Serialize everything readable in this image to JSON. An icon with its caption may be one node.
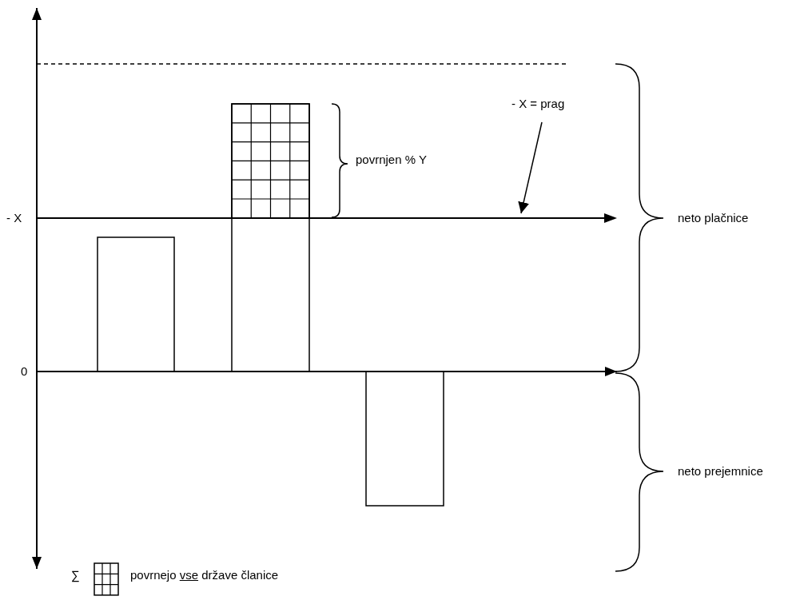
{
  "diagram": {
    "nodes": [
      {
        "text": [
          "- X = prag"
        ]
      },
      {
        "text": [],
        "shape": "line"
      }
    ],
    "edges": [
      {
        "from": 0,
        "to": 1,
        "arrow": "to"
      }
    ],
    "labels": [
      "- X",
      "povrnjen % Y",
      "neto plačnice",
      "0",
      "neto prejemnice",
      "∑"
    ],
    "legend": [
      {
        "text": "povrnejo *vse* države članice"
      }
    ]
  }
}
